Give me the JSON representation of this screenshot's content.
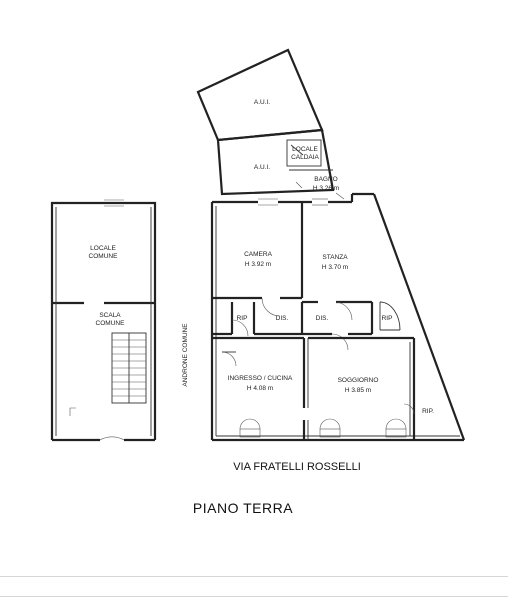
{
  "floor_title": "PIANO TERRA",
  "street": "VIA FRATELLI ROSSELLI",
  "corridor": "ANDRONE COMUNE",
  "common": {
    "locale_1": "LOCALE",
    "locale_2": "COMUNE",
    "scala_1": "SCALA",
    "scala_2": "COMUNE"
  },
  "rooms": {
    "aui_top": "A.U.I.",
    "aui_mid": "A.U.I.",
    "caldaia_1": "LOCALE",
    "caldaia_2": "CALDAIA",
    "bagno": "BAGNO",
    "bagno_h": "H 3.26 m",
    "camera": "CAMERA",
    "camera_h": "H 3.92 m",
    "stanza": "STANZA",
    "stanza_h": "H 3.70 m",
    "rip_left": "RIP",
    "dis_1": "DIS.",
    "dis_2": "DIS.",
    "rip_right": "RIP",
    "ingresso": "INGRESSO / CUCINA",
    "ingresso_h": "H 4.08 m",
    "soggiorno": "SOGGIORNO",
    "soggiorno_h": "H 3.85 m",
    "rip_corner": "RIP."
  }
}
